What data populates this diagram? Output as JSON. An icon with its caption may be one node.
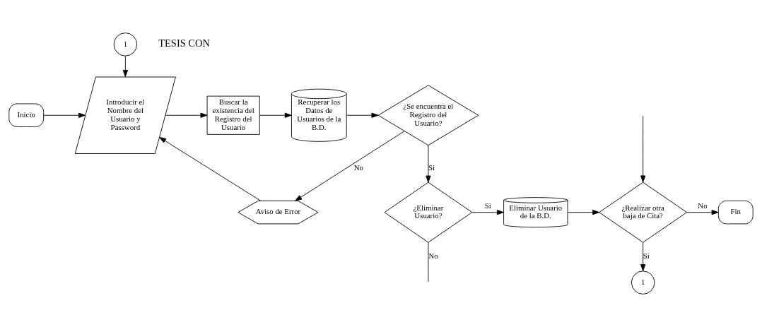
{
  "diagram": {
    "nodes": [
      {
        "text": [
          "1"
        ]
      },
      {
        "text": [
          "Inicio"
        ]
      },
      {
        "text": [
          "Introducir el Nombre del Usuario y Password"
        ]
      },
      {
        "text": [
          "Buscar la existencia del Registro del Usuario"
        ]
      },
      {
        "text": [
          "Recuperar los Datos de Usuarios de la B.D."
        ]
      },
      {
        "text": [
          "¿Se encuentra el Registro del Usuario?"
        ]
      },
      {
        "text": [
          "Aviso de Error"
        ]
      },
      {
        "text": [
          "¿Eliminar Usuario?"
        ]
      },
      {
        "text": [
          "Eliminar Usuario de la B.D."
        ]
      },
      {
        "text": [
          "¿Realizar otra baja de Cita?"
        ]
      },
      {
        "text": [
          "1"
        ]
      },
      {
        "text": [
          "Fin"
        ]
      }
    ],
    "edges": [
      {
        "from": 1,
        "to": 2,
        "arrow": "to"
      },
      {
        "from": 0,
        "to": 2,
        "arrow": "to"
      },
      {
        "from": 6,
        "to": 2,
        "arrow": "to"
      },
      {
        "from": 2,
        "to": 3,
        "arrow": "to"
      },
      {
        "from": 3,
        "to": 4,
        "arrow": "to"
      },
      {
        "from": 4,
        "to": 5,
        "arrow": "to"
      },
      {
        "from": 5,
        "to": 7,
        "label": "Si",
        "arrow": "to"
      },
      {
        "from": 5,
        "to": 6,
        "label": "No",
        "arrow": "to"
      },
      {
        "from": 7,
        "to": 8,
        "label": "Si",
        "arrow": "to"
      },
      {
        "from": 7,
        "to": null,
        "label": "No",
        "arrow": "none"
      },
      {
        "from": 8,
        "to": 9,
        "arrow": "to"
      },
      {
        "from": 9,
        "to": 10,
        "label": "Si",
        "arrow": "to"
      },
      {
        "from": 9,
        "to": 11,
        "label": "No",
        "arrow": "to"
      },
      {
        "from": null,
        "to": 9,
        "arrow": "to"
      }
    ],
    "labels": [
      "TESIS CON"
    ]
  }
}
